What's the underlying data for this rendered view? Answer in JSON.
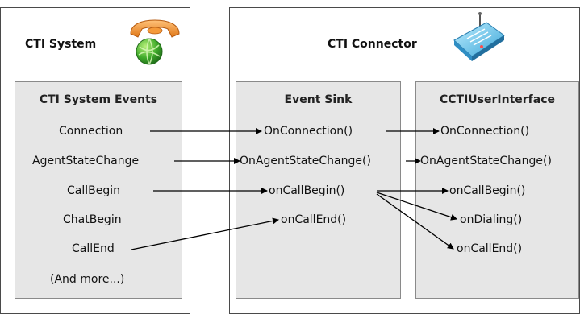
{
  "cti_system": {
    "title": "CTI System",
    "icons": [
      "telephone-icon",
      "globe-icon"
    ]
  },
  "cti_connector": {
    "title": "CTI Connector",
    "icons": [
      "router-icon"
    ]
  },
  "columns": {
    "events": {
      "header": "CTI System Events",
      "items": [
        "Connection",
        "AgentStateChange",
        "CallBegin",
        "ChatBegin",
        "CallEnd",
        "(And more...)"
      ]
    },
    "sink": {
      "header": "Event Sink",
      "items": [
        "OnConnection()",
        "OnAgentStateChange()",
        "onCallBegin()",
        "onCallEnd()"
      ]
    },
    "ui": {
      "header": "CCTIUserInterface",
      "items": [
        "OnConnection()",
        "OnAgentStateChange()",
        "onCallBegin()",
        "onDialing()",
        "onCallEnd()"
      ]
    }
  },
  "connections": [
    {
      "from": "Connection",
      "to": "Event Sink: OnConnection()"
    },
    {
      "from": "AgentStateChange",
      "to": "Event Sink: OnAgentStateChange()"
    },
    {
      "from": "CallBegin",
      "to": "Event Sink: onCallBegin()"
    },
    {
      "from": "CallEnd",
      "to": "Event Sink: onCallEnd()"
    },
    {
      "from": "Event Sink: OnConnection()",
      "to": "CCTIUserInterface: OnConnection()"
    },
    {
      "from": "Event Sink: OnAgentStateChange()",
      "to": "CCTIUserInterface: OnAgentStateChange()"
    },
    {
      "from": "Event Sink: onCallBegin()",
      "to": "CCTIUserInterface: onCallBegin()"
    },
    {
      "from": "Event Sink: onCallBegin()",
      "to": "CCTIUserInterface: onDialing()"
    },
    {
      "from": "Event Sink: onCallBegin()",
      "to": "CCTIUserInterface: onCallEnd()"
    }
  ]
}
